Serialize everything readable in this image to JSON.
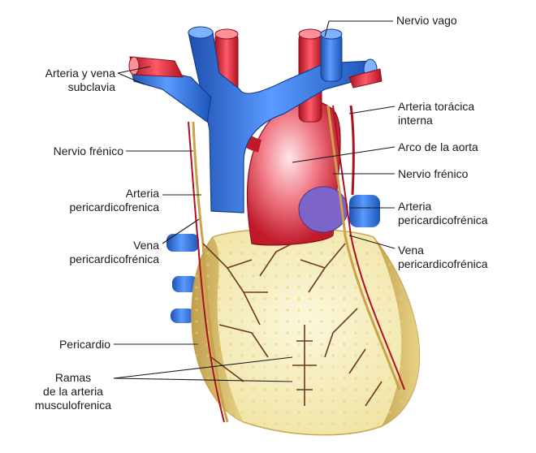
{
  "labels": {
    "nervio_vago": "Nervio vago",
    "arteria_vena_subclavia": [
      "Arteria y vena",
      "subclavia"
    ],
    "arteria_toracica_interna": [
      "Arteria torácica",
      "interna"
    ],
    "nervio_frenico_izq": "Nervio frénico",
    "arco_aorta": "Arco de la aorta",
    "nervio_frenico_der": "Nervio frénico",
    "arteria_pericardicofrenica_izq": [
      "Arteria",
      "pericardicofrenica"
    ],
    "arteria_pericardicofrenica_der": [
      "Arteria",
      "pericardicofrénica"
    ],
    "vena_pericardicofrenica_izq": [
      "Vena",
      "pericardicofrénica"
    ],
    "vena_pericardicofrenica_der": [
      "Vena",
      "pericardicofrénica"
    ],
    "pericardio": "Pericardio",
    "ramas_arteria": [
      "Ramas",
      "de la arteria",
      "musculofrenica"
    ]
  },
  "colors": {
    "vein": "#2f6fd6",
    "artery": "#d8263a",
    "pericardium": "#f6efb8",
    "nerve": "#c9a24a"
  }
}
